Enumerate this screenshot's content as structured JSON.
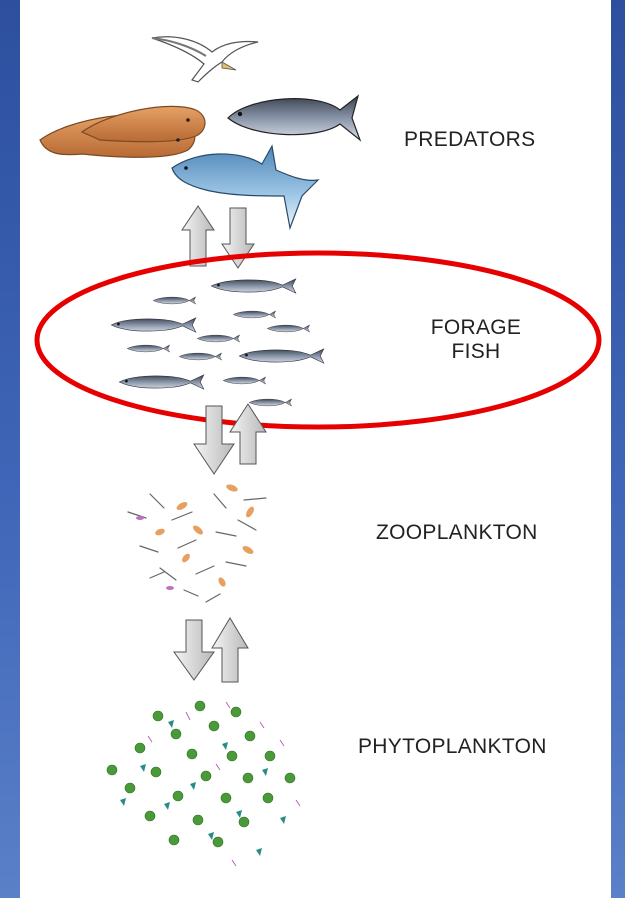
{
  "labels": {
    "predators": "PREDATORS",
    "forage_fish": "FORAGE\nFISH",
    "zooplankton": "ZOOPLANKTON",
    "phytoplankton": "PHYTOPLANKTON"
  },
  "colors": {
    "background": "#3f66b8",
    "panel": "#ffffff",
    "highlight_ellipse": "#e60000",
    "fish": "#6f7a8c",
    "phytoplankton": "#4a9a3a",
    "zooplankton_orange": "#e8a060"
  },
  "highlighted_level": "FORAGE FISH"
}
